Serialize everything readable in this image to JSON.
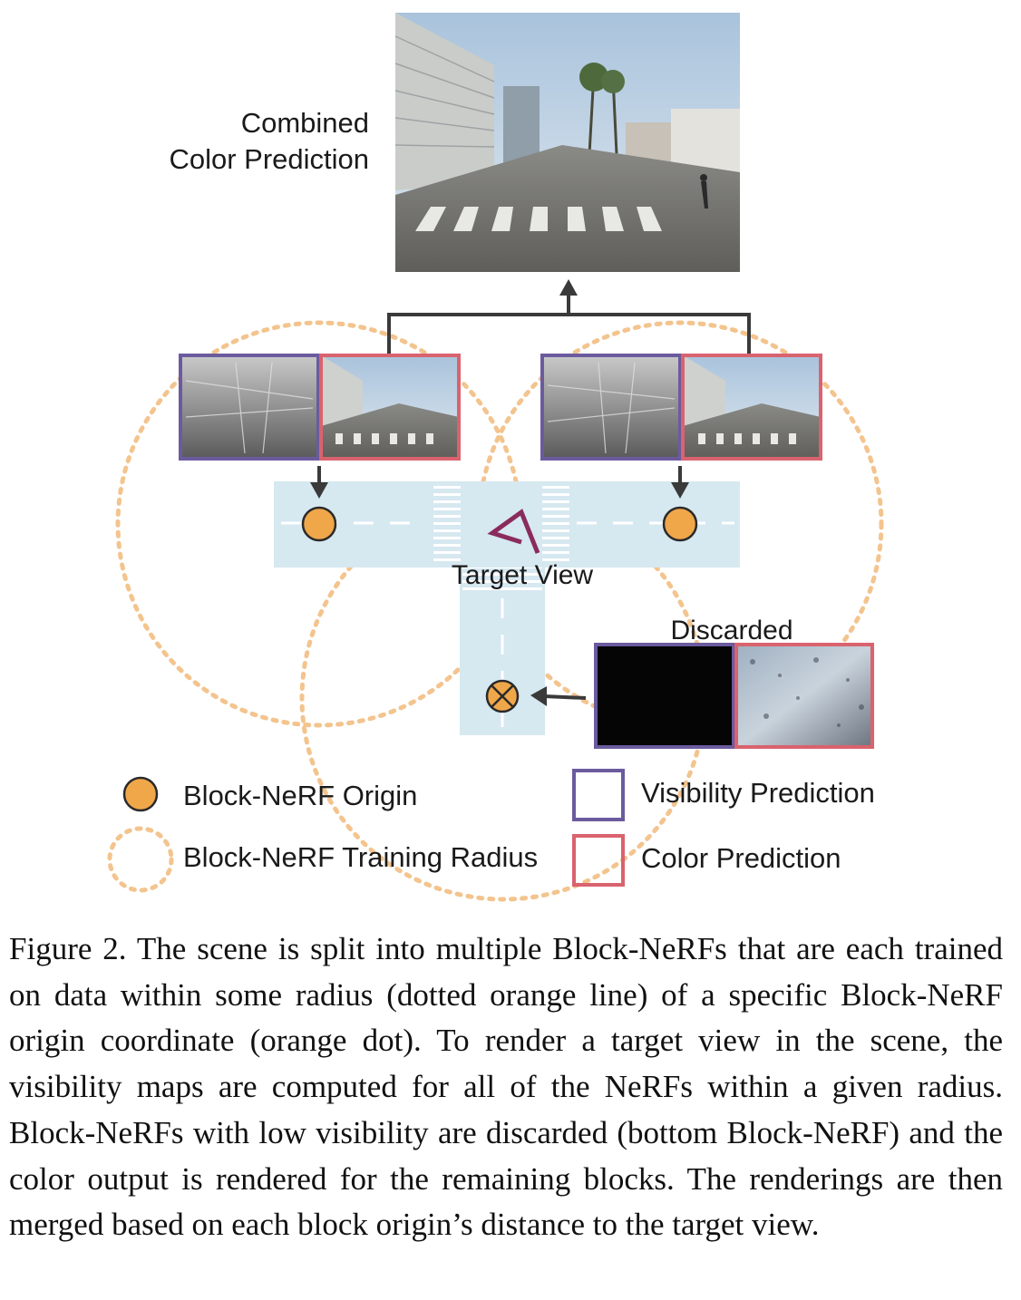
{
  "figure": {
    "combined_label_line1": "Combined",
    "combined_label_line2": "Color Prediction",
    "target_view_label": "Target View",
    "discarded_label": "Discarded",
    "legend": {
      "origin": "Block-NeRF Origin",
      "radius": "Block-NeRF Training Radius",
      "visibility": "Visibility Prediction",
      "color": "Color Prediction"
    },
    "colors": {
      "visibility_frame": "#6b5b9e",
      "color_frame": "#d9636e",
      "origin_dot": "#f0a74a",
      "radius_dots": "#f3c48e",
      "road": "#d6e8f0",
      "target_view_marker": "#8a2b5c",
      "arrow": "#3a3a3a"
    }
  },
  "caption": "Figure 2. The scene is split into multiple Block-NeRFs that are each trained on data within some radius (dotted orange line) of a specific Block-NeRF origin coordinate (orange dot).  To render a target view in the scene, the visibility maps are computed for all of the NeRFs within a given radius. Block-NeRFs with low visibility are discarded (bottom Block-NeRF) and the color output is rendered for the remaining blocks. The renderings are then merged based on each block origin’s distance to the target view."
}
